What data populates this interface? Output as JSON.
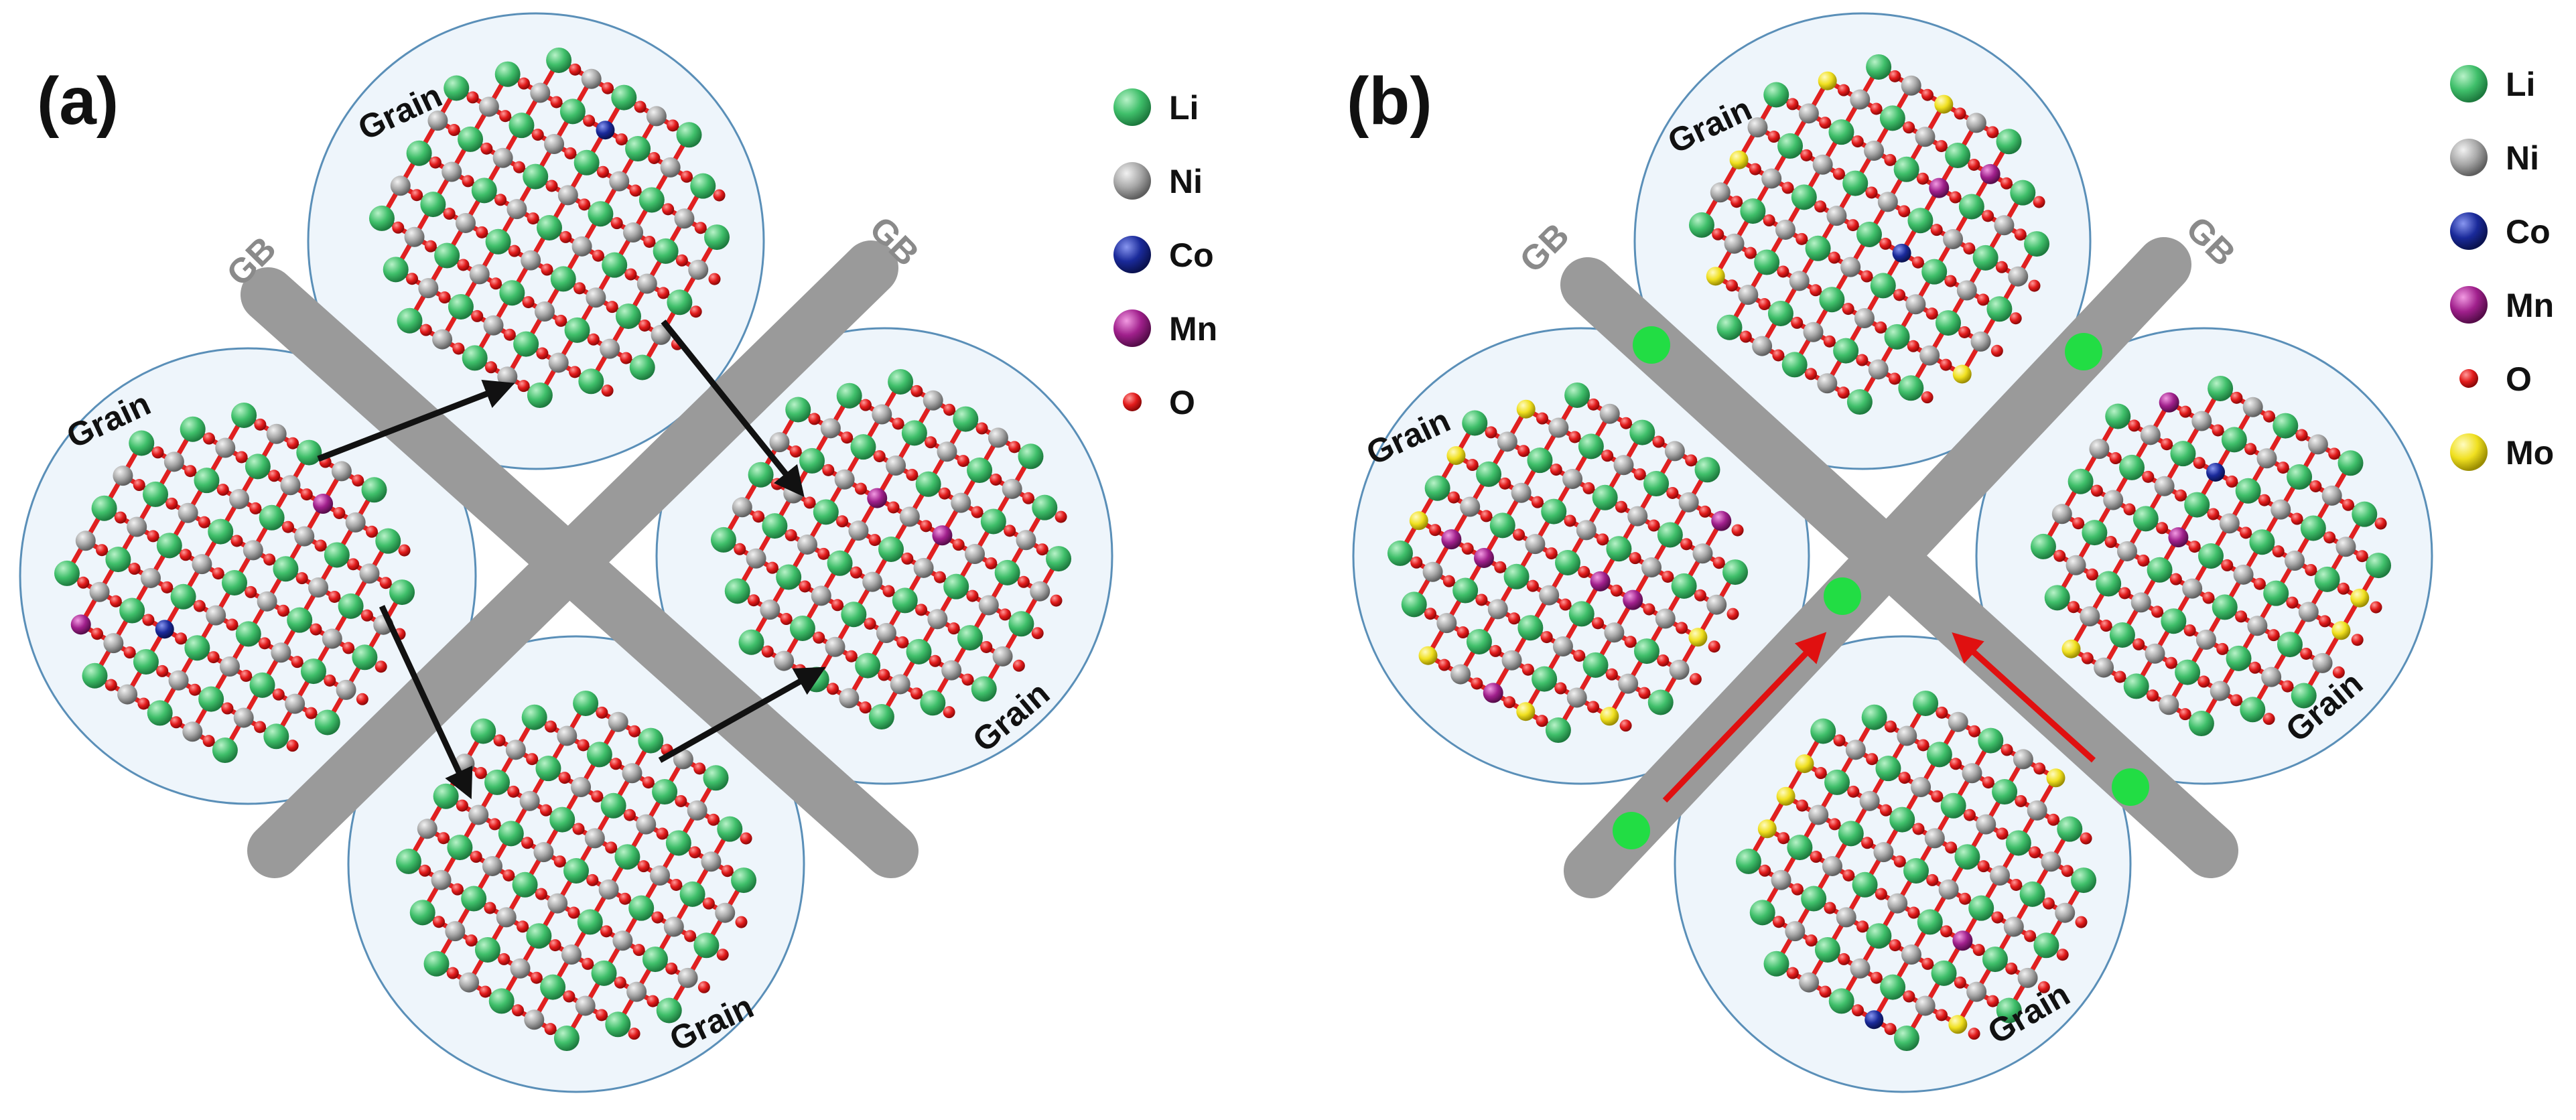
{
  "colors": {
    "background": "#ffffff",
    "grain_fill": "#eef5fb",
    "grain_edge": "#5a8fb8",
    "gb_bar": "#9a9a9a",
    "bond": "#e02020",
    "path_arrow_a": "#111111",
    "path_arrow_b": "#e01010",
    "gb_li_marker": "#22dd44"
  },
  "species_colors": {
    "Li": "#3fbf6a",
    "Ni": "#a8a8a8",
    "Co": "#1a2a9a",
    "Mn": "#a0208c",
    "O": "#e21b1b",
    "Mo": "#f0e020"
  },
  "icons": [
    "atom-sphere-icon",
    "diffusion-arrow-icon",
    "grain-boundary-bar-icon"
  ],
  "panels": [
    {
      "label": "(a)",
      "gb_labels": [
        "GB",
        "GB"
      ],
      "grain_labels": [
        "Grain",
        "Grain",
        "Grain",
        "Grain"
      ],
      "legend": [
        {
          "symbol": "Li",
          "label": "Li"
        },
        {
          "symbol": "Ni",
          "label": "Ni"
        },
        {
          "symbol": "Co",
          "label": "Co"
        },
        {
          "symbol": "Mn",
          "label": "Mn"
        },
        {
          "symbol": "O",
          "label": "O"
        }
      ]
    },
    {
      "label": "(b)",
      "gb_labels": [
        "GB",
        "GB"
      ],
      "grain_labels": [
        "Grain",
        "Grain",
        "Grain",
        "Grain"
      ],
      "legend": [
        {
          "symbol": "Li",
          "label": "Li"
        },
        {
          "symbol": "Ni",
          "label": "Ni"
        },
        {
          "symbol": "Co",
          "label": "Co"
        },
        {
          "symbol": "Mn",
          "label": "Mn"
        },
        {
          "symbol": "O",
          "label": "O"
        },
        {
          "symbol": "Mo",
          "label": "Mo"
        }
      ]
    }
  ]
}
